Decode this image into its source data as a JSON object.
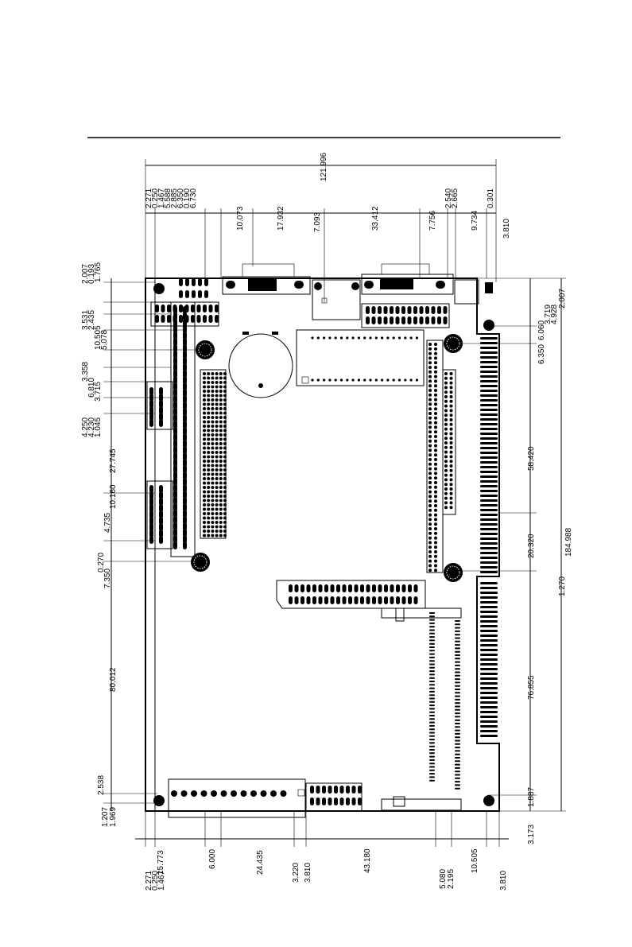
{
  "drawing": {
    "top_dimensions": [
      "2.271",
      "0.250",
      "1.467",
      "5.588",
      "2.885",
      "6.350",
      "0.190",
      "6.730",
      "10.073",
      "17.932",
      "7.093",
      "33.412",
      "7.756",
      "2.540",
      "2.665",
      "9.734",
      "0.301"
    ],
    "overall_width": "121.996",
    "right_offset": "3.810",
    "left_upper_dimensions": [
      "2.007",
      "0.193",
      "1.765",
      "3.531",
      "2.435",
      "10.505",
      "5.078",
      "3.358",
      "6.810",
      "3.715",
      "4.250",
      "4.230",
      "1.045",
      "27.745",
      "10.160",
      "4.735",
      "0.270",
      "7.350",
      "80.012",
      "2.538",
      "1.207",
      "1.969"
    ],
    "right_dimensions": [
      "2.007",
      "4.928",
      "3.719",
      "6.060",
      "6.350",
      "58.420",
      "20.320",
      "1.270",
      "184.988",
      "76.855",
      "1.887",
      "3.173"
    ],
    "bottom_dimensions": [
      "2.271",
      "0.250",
      "1.467",
      "15.773",
      "6.000",
      "24.435",
      "3.220",
      "3.810",
      "43.180",
      "5.080",
      "2.195",
      "10.505",
      "3.810"
    ]
  }
}
